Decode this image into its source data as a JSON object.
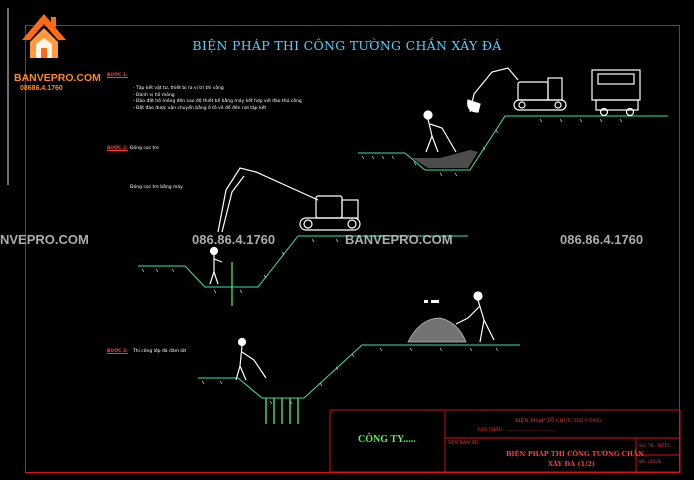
{
  "title": "BIỆN PHÁP THI CÔNG TƯỜNG CHẮN XÂY ĐÁ",
  "logo": {
    "brand": "BANVEPRO.COM",
    "phone": "08686.4.1760"
  },
  "watermarks": [
    "NVEPRO.COM",
    "086.86.4.1760",
    "BANVEPRO.COM",
    "086.86.4.1760"
  ],
  "steps": [
    {
      "label": "BƯỚC 1:",
      "notes": [
        "- Tập kết vật tư, thiết bị ra vị trí thi công",
        "- Đánh vị hố móng",
        "- Đào đất hố móng đến cao độ thiết kế bằng máy kết hợp với đào thủ công",
        "- Đất đào được vận chuyển bằng ô tô về đổ đến nơi tập kết"
      ]
    },
    {
      "label": "BƯỚC 2:",
      "notes": [
        "Đóng cọc tre",
        "Đóng cọc tre bằng máy"
      ]
    },
    {
      "label": "BƯỚC 3:",
      "notes": [
        "Thi công lớp đá dăm lót"
      ]
    }
  ],
  "title_block": {
    "company": "CÔNG TY.....",
    "measure_title": "BIỆN PHÁP TỔ CHỨC THI CÔNG",
    "contractor": "GÓI THẦU: ...................................",
    "drawing_name_label": "TÊN BẢN VẼ:",
    "drawing_name": "BIỆN PHÁP THI CÔNG TƯỜNG CHẮN",
    "drawing_name_2": "XÂY ĐÁ (1/2)",
    "number": "Số: 76 - BPTC",
    "sheet": "BV: /2024"
  }
}
